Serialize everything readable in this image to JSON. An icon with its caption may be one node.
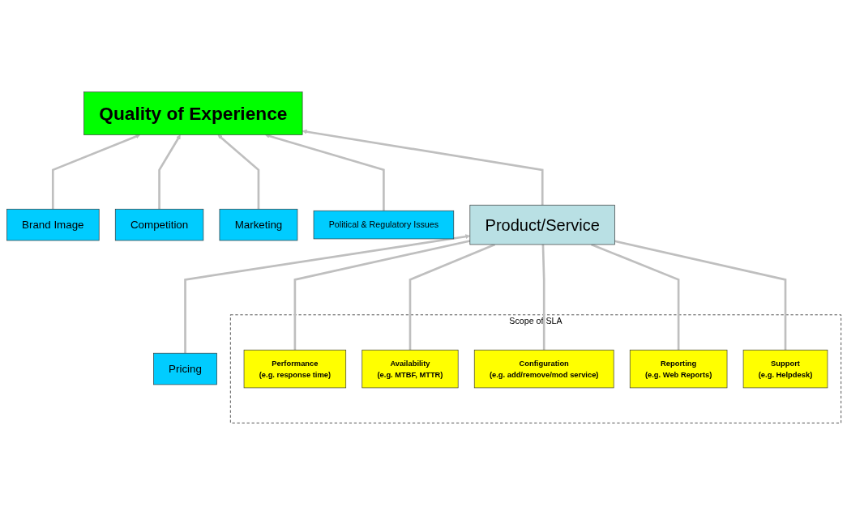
{
  "diagram": {
    "nodes": [
      {
        "text": [
          "Brand Image"
        ]
      },
      {
        "text": [
          "Quality of Experience"
        ]
      },
      {
        "text": [
          "Competition"
        ]
      },
      {
        "text": [
          "Marketing"
        ]
      },
      {
        "text": [
          "Political & Regulatory Issues"
        ]
      },
      {
        "text": [
          "Pricing"
        ]
      },
      {
        "text": [
          "Product/Service"
        ]
      },
      {
        "text": [
          "Scope of SLA"
        ]
      },
      {
        "text": [
          "Performance",
          "(e.g. response time)"
        ],
        "in": 7
      },
      {
        "text": [
          "Availability",
          "(e.g. MTBF, MTTR)"
        ],
        "in": 7
      },
      {
        "text": [
          "Configuration",
          "(e.g. add/remove/mod service)"
        ],
        "in": 7
      },
      {
        "text": [
          "Reporting",
          "(e.g. Web Reports)"
        ],
        "in": 7
      },
      {
        "text": [
          "Support",
          "(e.g. Helpdesk)"
        ],
        "in": 7
      }
    ],
    "edges": [
      {
        "from": 0,
        "to": 1,
        "arrow": "to"
      },
      {
        "from": 2,
        "to": 1,
        "arrow": "to"
      },
      {
        "from": 3,
        "to": 1,
        "arrow": "to"
      },
      {
        "from": 4,
        "to": 1,
        "arrow": "to"
      },
      {
        "from": 5,
        "to": 6,
        "arrow": "to"
      },
      {
        "from": 6,
        "to": 1,
        "arrow": "to"
      },
      {
        "from": 8,
        "to": 6,
        "arrow": "none"
      },
      {
        "from": 9,
        "to": 6,
        "arrow": "none"
      },
      {
        "from": 10,
        "to": 6,
        "arrow": "none"
      },
      {
        "from": 11,
        "to": 6,
        "arrow": "none"
      },
      {
        "from": 12,
        "to": 6,
        "arrow": "none"
      }
    ]
  }
}
